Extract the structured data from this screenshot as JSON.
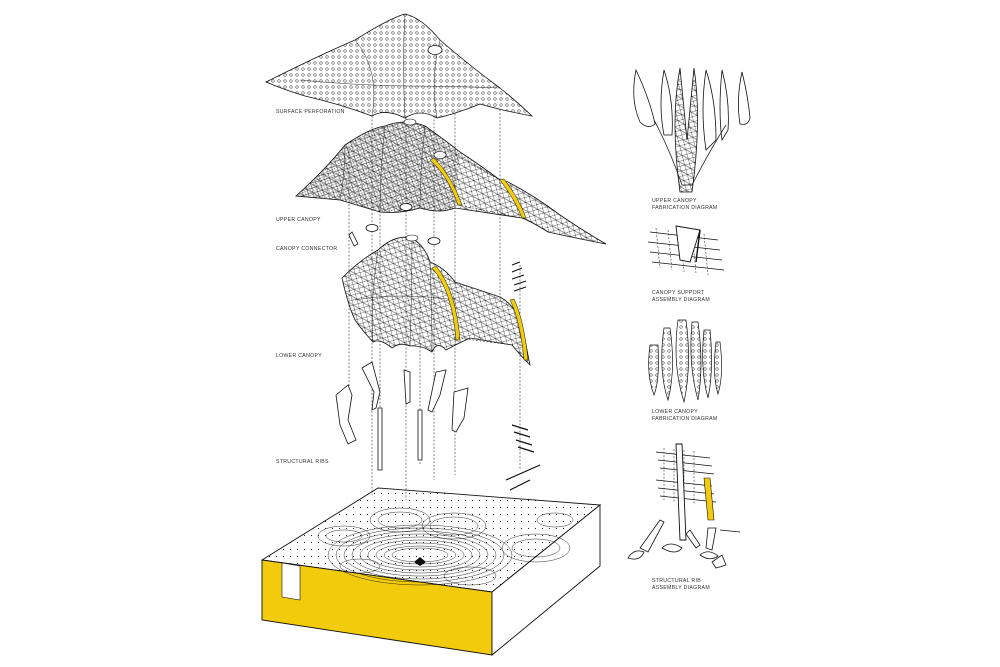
{
  "labels": {
    "surface_perforation": "SURFACE PERFORATION",
    "upper_canopy": "UPPER CANOPY",
    "canopy_connector": "CANOPY CONNECTOR",
    "lower_canopy": "LOWER CANOPY",
    "structural_ribs": "STRUCTURAL RIBS"
  },
  "diagrams": {
    "upper_fab_1": "UPPER CANOPY",
    "upper_fab_2": "FABRICATION DIAGRAM",
    "support_1": "CANOPY SUPPORT",
    "support_2": "ASSEMBLY DIAGRAM",
    "lower_fab_1": "LOWER CANOPY",
    "lower_fab_2": "FABRICATION DIAGRAM",
    "rib_1": "STRUCTURAL RIB",
    "rib_2": "ASSEMBLY DIAGRAM"
  },
  "colors": {
    "accent": "#f2cc0c",
    "ink": "#1a1a1a"
  }
}
